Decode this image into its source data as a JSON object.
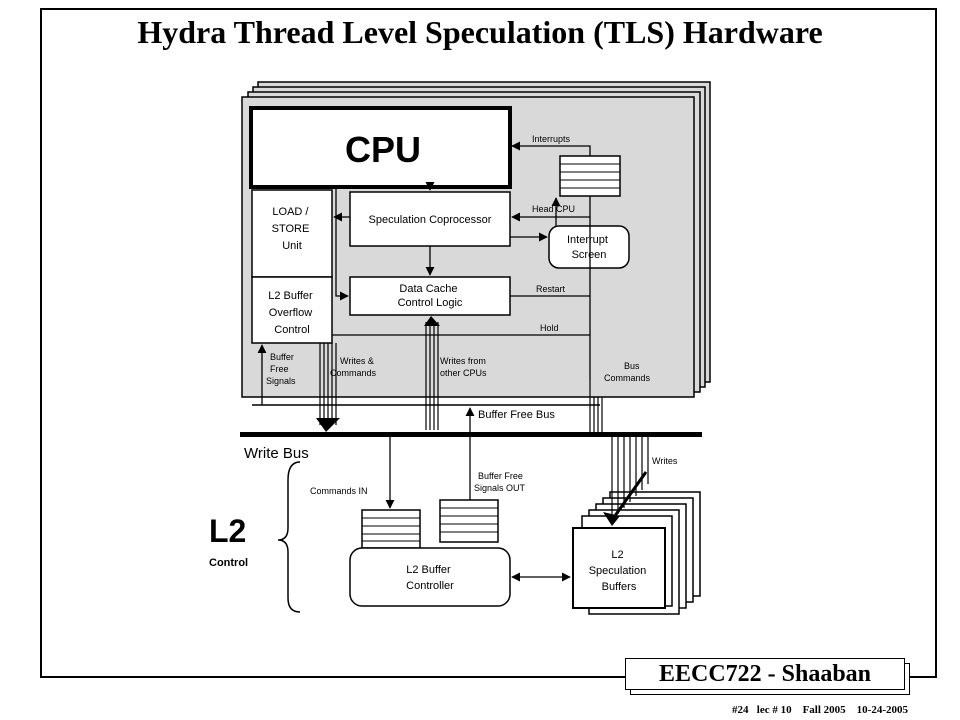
{
  "title": "Hydra Thread Level Speculation (TLS) Hardware",
  "blocks": {
    "cpu": "CPU",
    "load_store": [
      "LOAD /",
      "STORE",
      "Unit"
    ],
    "l2_overflow": [
      "L2 Buffer",
      "Overflow",
      "Control"
    ],
    "spec_coprocessor": "Speculation Coprocessor",
    "data_cache": [
      "Data Cache",
      "Control Logic"
    ],
    "interrupt_screen": [
      "Interrupt",
      "Screen"
    ],
    "l2_buffer_controller": [
      "L2 Buffer",
      "Controller"
    ],
    "l2_spec_buffers": [
      "L2",
      "Speculation",
      "Buffers"
    ],
    "l2_big": "L2",
    "l2_control": "Control"
  },
  "signals": {
    "interrupts": "Interrupts",
    "head_cpu": "Head CPU",
    "restart": "Restart",
    "hold": "Hold",
    "buffer_free_signals": [
      "Buffer",
      "Free",
      "Signals"
    ],
    "writes_commands": [
      "Writes &",
      "Commands"
    ],
    "writes_from_other": [
      "Writes from",
      "other CPUs"
    ],
    "bus_commands": [
      "Bus",
      "Commands"
    ],
    "buffer_free_bus": "Buffer Free Bus",
    "write_bus": "Write Bus",
    "commands_in": "Commands IN",
    "buffer_free_out": [
      "Buffer Free",
      "Signals OUT"
    ],
    "writes": "Writes"
  },
  "footer": {
    "badge": "EECC722 - Shaaban",
    "note": "#24   lec # 10    Fall 2005    10-24-2005"
  }
}
